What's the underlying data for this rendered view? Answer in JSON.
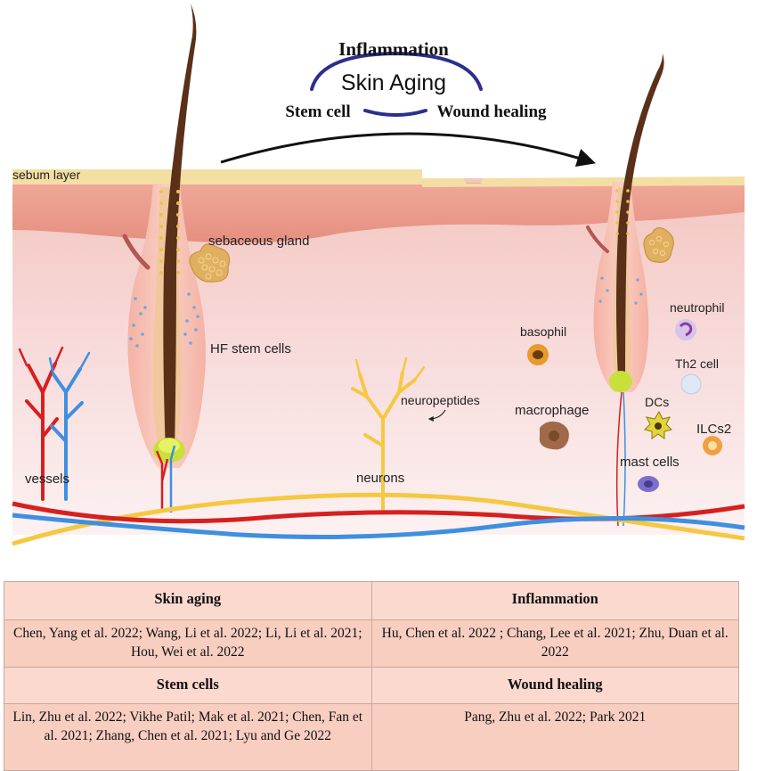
{
  "cycle": {
    "center": "Skin Aging",
    "top": "Inflammation",
    "left": "Stem cell",
    "right": "Wound healing"
  },
  "labels": {
    "sebum_layer": "sebum layer",
    "sebaceous_gland": "sebaceous gland",
    "hf_stem_cells": "HF stem cells",
    "vessels": "vessels",
    "neurons": "neurons",
    "neuropeptides": "neuropeptides",
    "basophil": "basophil",
    "neutrophil": "neutrophil",
    "th2_cell": "Th2 cell",
    "macrophage": "macrophage",
    "dcs": "DCs",
    "ilcs2": "ILCs2",
    "mast_cells": "mast cells"
  },
  "table": {
    "cells": [
      {
        "heading": "Skin aging",
        "refs": "Chen, Yang et al. 2022; Wang, Li et al. 2022; Li, Li et al. 2021; Hou, Wei et al. 2022"
      },
      {
        "heading": "Inflammation",
        "refs": "Hu, Chen et al. 2022 ; Chang, Lee et al. 2021;  Zhu, Duan et al. 2022"
      },
      {
        "heading": "Stem cells",
        "refs": "Lin, Zhu et al. 2022; Vikhe Patil; Mak et al. 2021; Chen, Fan et al. 2021; Zhang, Chen et al. 2021; Lyu and Ge 2022"
      },
      {
        "heading": "Wound healing",
        "refs": "Pang, Zhu et al. 2022; Park 2021"
      }
    ]
  },
  "colors": {
    "sebum": "#f3dfa4",
    "epidermis": "#e89a8a",
    "dermis": "#f6dada",
    "artery": "#d62020",
    "vein": "#3f8fe0",
    "nerve": "#f5c842",
    "hair": "#5a3018",
    "cycle_arc": "#2b2f8c",
    "table_header_bg": "#fbd9cf",
    "table_body_bg": "#f8cec1"
  }
}
